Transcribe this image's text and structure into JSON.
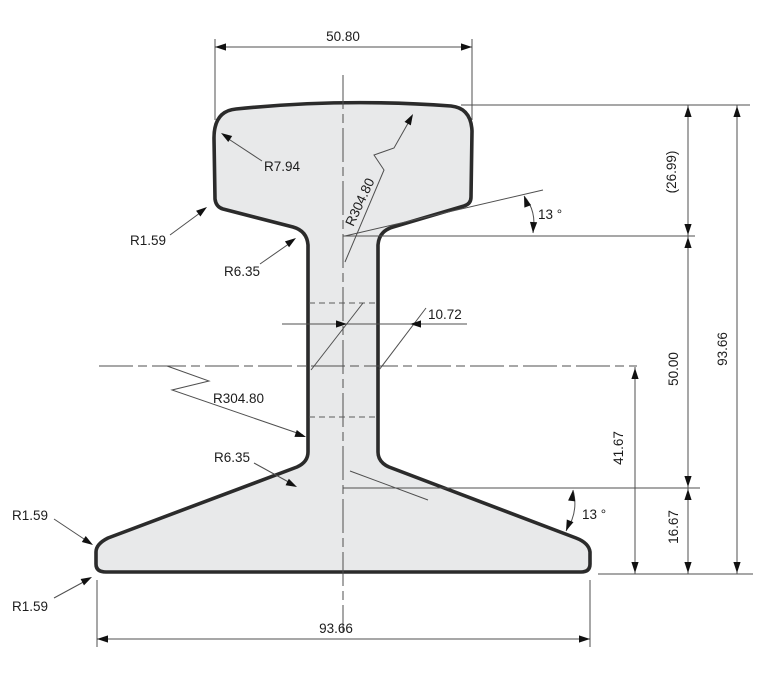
{
  "drawing": {
    "type": "rail-cross-section-technical-drawing",
    "dimensions": {
      "head_width": "50.80",
      "head_depth_ref": "(26.99)",
      "overall_height": "93.66",
      "web_thickness": "10.72",
      "web_span": "50.00",
      "axis_to_base": "41.67",
      "foot_height": "16.67",
      "foot_width": "93.66",
      "head_underside_angle": "13 °",
      "foot_top_angle": "13 °"
    },
    "radii": {
      "head_top_corner": "R7.94",
      "head_side_corner": "R1.59",
      "head_web_fillet": "R6.35",
      "head_crown": "R304.80",
      "web_face": "R304.80",
      "web_foot_fillet": "R6.35",
      "foot_tip_top": "R1.59",
      "foot_tip_bottom": "R1.59"
    },
    "colors": {
      "outline": "#2b2b2b",
      "fill": "#e8e9ea",
      "thin_line": "#4f4f4f",
      "text": "#1c1c1c",
      "background": "#ffffff"
    }
  }
}
